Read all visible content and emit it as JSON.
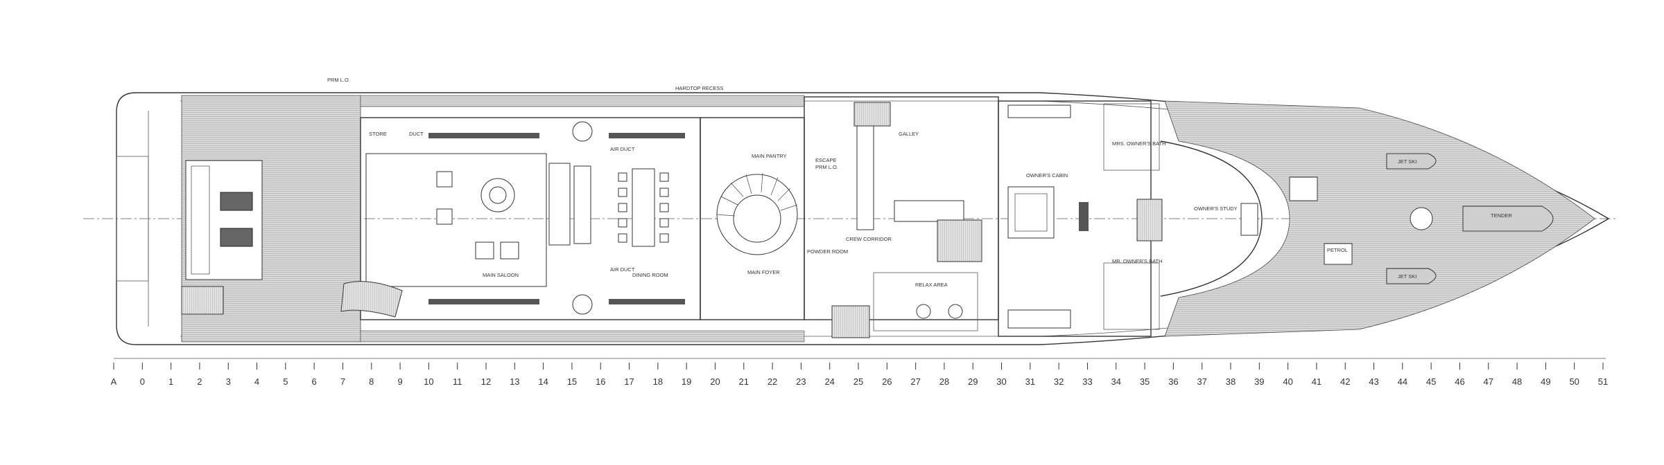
{
  "labels": {
    "mast": "PRM L.O.",
    "store": "STORE",
    "duct": "DUCT",
    "air_duct_top": "AIR DUCT",
    "air_duct_bottom": "AIR DUCT",
    "main_saloon": "MAIN SALOON",
    "dining_room": "DINING ROOM",
    "main_pantry": "MAIN PANTRY",
    "main_foyer": "MAIN FOYER",
    "escape": "ESCAPE",
    "escape2": "PRM L.O.",
    "powder_room": "POWDER ROOM",
    "crew_corridor": "CREW CORRIDOR",
    "galley": "GALLEY",
    "relax_area": "RELAX AREA",
    "owners_cabin": "OWNER'S CABIN",
    "mrs_bath": "MRS. OWNER'S BATH",
    "mr_bath": "MR. OWNER'S BATH",
    "owners_study": "OWNER'S STUDY",
    "hardtop_recess": "HARDTOP RECESS",
    "tender": "TENDER",
    "jetski_1": "JET SKI",
    "jetski_2": "JET SKI",
    "patrol": "PETROL"
  },
  "frames": [
    "A",
    "0",
    "1",
    "2",
    "3",
    "4",
    "5",
    "6",
    "7",
    "8",
    "9",
    "10",
    "11",
    "12",
    "13",
    "14",
    "15",
    "16",
    "17",
    "18",
    "19",
    "20",
    "21",
    "22",
    "23",
    "24",
    "25",
    "26",
    "27",
    "28",
    "29",
    "30",
    "31",
    "32",
    "33",
    "34",
    "35",
    "36",
    "37",
    "38",
    "39",
    "40",
    "41",
    "42",
    "43",
    "44",
    "45",
    "46",
    "47",
    "48",
    "49",
    "50",
    "51"
  ],
  "colors": {
    "line": "#333333",
    "deck": "#9a9a9a",
    "paper": "#ffffff"
  }
}
